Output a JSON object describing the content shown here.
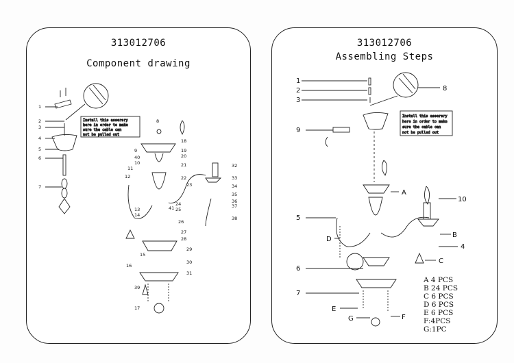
{
  "left": {
    "code": "313012706",
    "title": "Component drawing",
    "note": [
      "Install this assersry",
      "here in order to make",
      "sure the cable can",
      "not be pulled out"
    ],
    "part_labels": [
      "1",
      "2",
      "3",
      "4",
      "5",
      "6",
      "7",
      "8",
      "9",
      "10",
      "11",
      "12",
      "13",
      "14",
      "15",
      "16",
      "17",
      "18",
      "19",
      "20",
      "21",
      "22",
      "23",
      "24",
      "25",
      "26",
      "27",
      "28",
      "29",
      "30",
      "31",
      "32",
      "33",
      "34",
      "35",
      "36",
      "37",
      "38",
      "39",
      "40",
      "41"
    ]
  },
  "right": {
    "code": "313012706",
    "title": "Assembling Steps",
    "note": [
      "Install this assersry",
      "here in order to make",
      "sure the cable can",
      "not be pulled out"
    ],
    "step_labels": [
      "1",
      "2",
      "3",
      "4",
      "5",
      "6",
      "7",
      "8",
      "9",
      "10"
    ],
    "letter_labels": [
      "A",
      "B",
      "C",
      "D",
      "E",
      "F",
      "G"
    ],
    "quantities": [
      "A 4 PCS",
      "B 24 PCS",
      "C 6 PCS",
      "D 6 PCS",
      "E 6 PCS",
      "F:4PCS",
      "G:1PC"
    ]
  }
}
